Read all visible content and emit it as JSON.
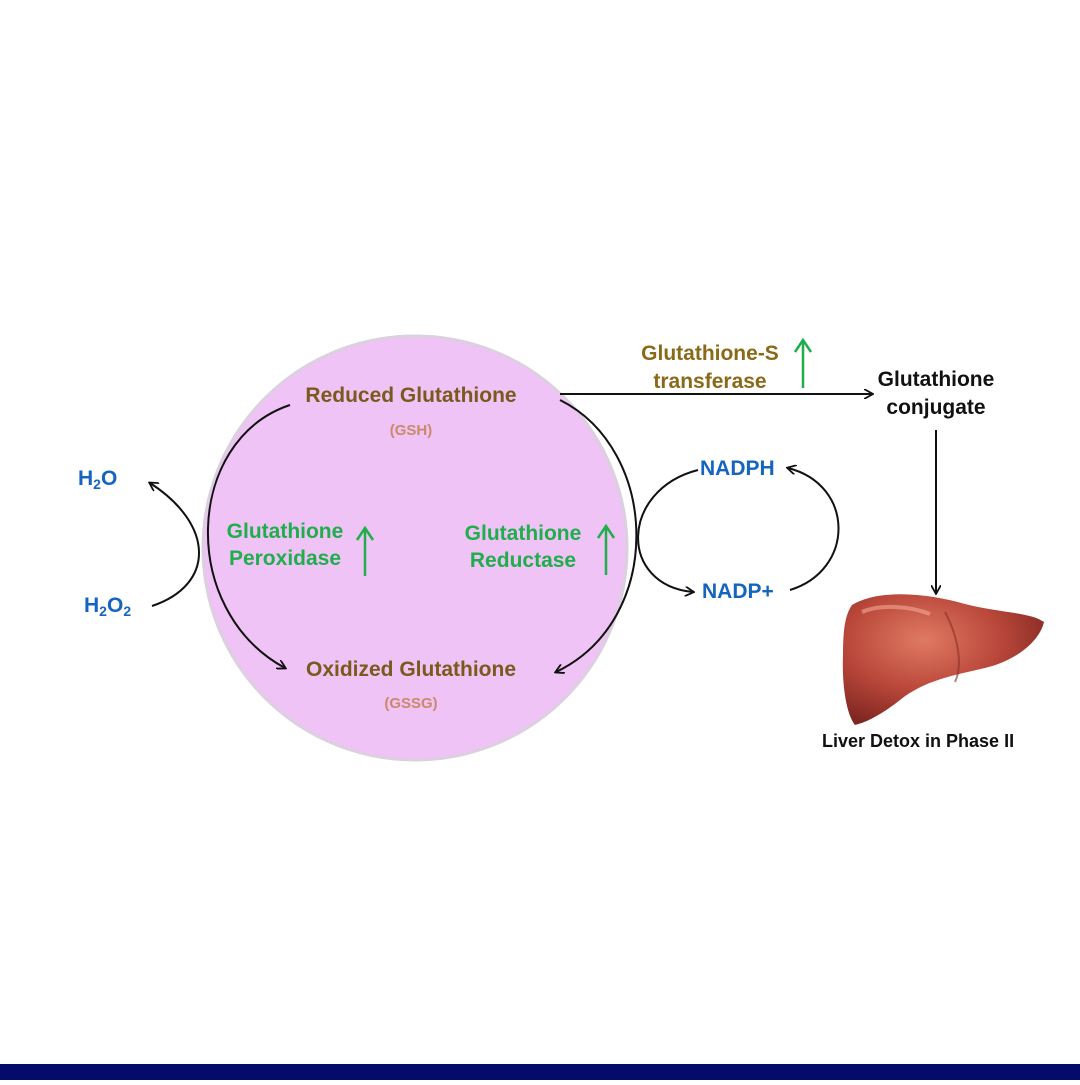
{
  "cycle": {
    "reduced": {
      "name": "Reduced Glutathione",
      "abbr": "(GSH)"
    },
    "oxidized": {
      "name": "Oxidized Glutathione",
      "abbr": "(GSSG)"
    },
    "peroxidase": {
      "line1": "Glutathione",
      "line2": "Peroxidase"
    },
    "reductase": {
      "line1": "Glutathione",
      "line2": "Reductase"
    }
  },
  "water": {
    "h2o_main": "H",
    "h2o_sub": "2",
    "h2o_tail": "O",
    "h2o2_main": "H",
    "h2o2_sub1": "2",
    "h2o2_mid": "O",
    "h2o2_sub2": "2"
  },
  "cofactors": {
    "nadph": "NADPH",
    "nadp": "NADP+"
  },
  "transferase": {
    "line1": "Glutathione-S",
    "line2": "transferase"
  },
  "conjugate": {
    "line1": "Glutathione",
    "line2": "conjugate"
  },
  "liver": {
    "caption": "Liver Detox in Phase II"
  },
  "colors": {
    "circle": "#efc3f5",
    "enzyme": "#1fae4b",
    "metabolite": "#7a5a1c",
    "cofactor": "#1565c0",
    "bottom_bar": "#050a6b"
  }
}
